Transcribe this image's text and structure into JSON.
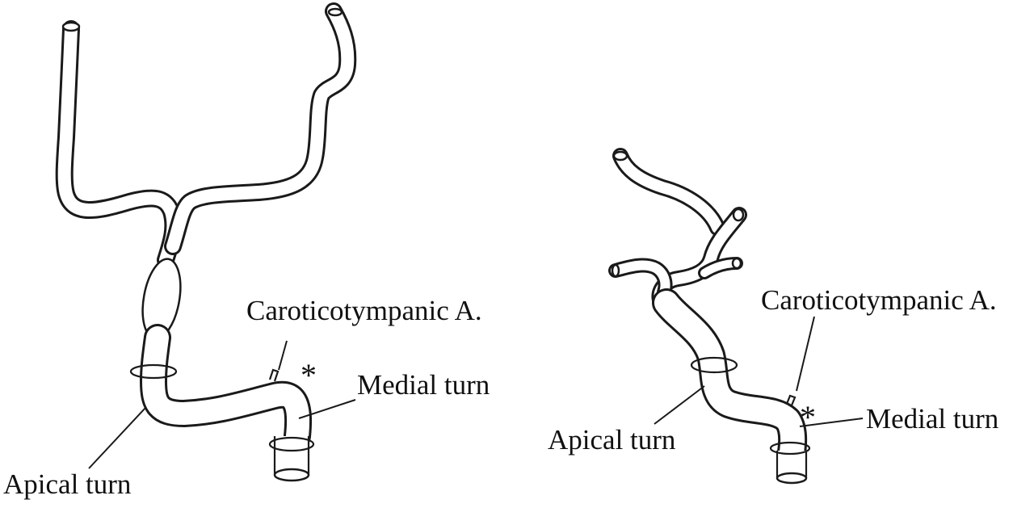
{
  "left_figure": {
    "labels": {
      "caroticotympanic": "Caroticotympanic A.",
      "medial_turn": "Medial turn",
      "apical_turn": "Apical turn",
      "asterisk": "*"
    }
  },
  "right_figure": {
    "labels": {
      "caroticotympanic": "Caroticotympanic A.",
      "medial_turn": "Medial turn",
      "apical_turn": "Apical turn",
      "asterisk": "*"
    }
  }
}
